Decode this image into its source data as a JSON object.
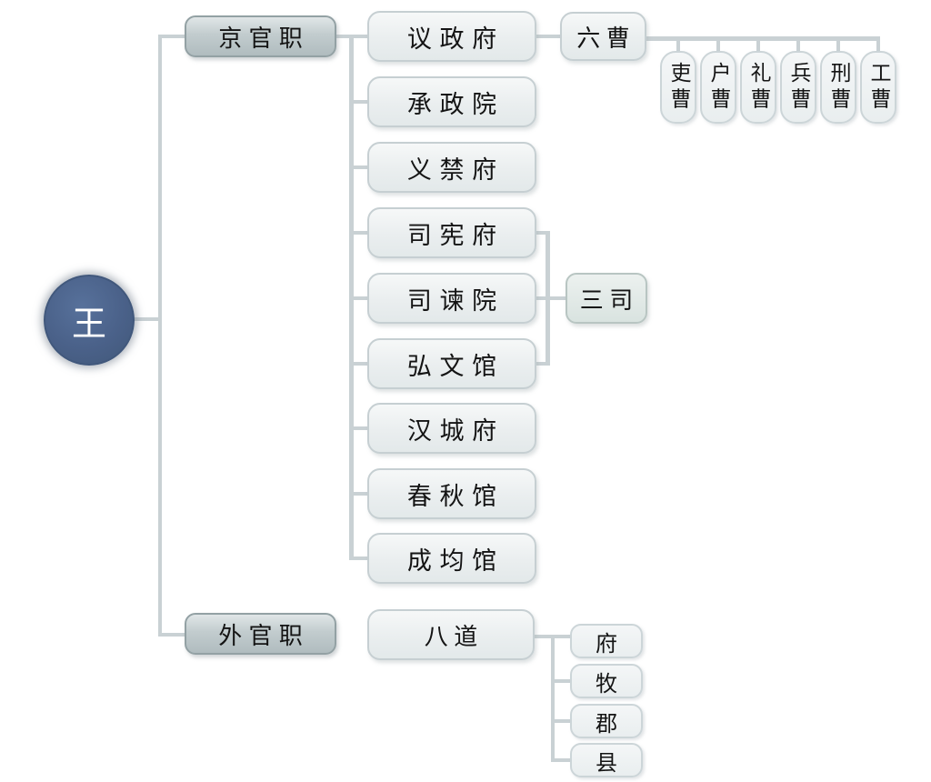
{
  "palette": {
    "connector_line": "#c9d1d4",
    "king_fill": "#4a6189",
    "king_text": "#ffffff",
    "branch_fill": "#c2ccce",
    "branch_border": "#93a1a4",
    "office_fill": "#eaeeef",
    "office_border": "#c6cfd2",
    "three_offices_fill": "#d9e3e0",
    "text": "#141414"
  },
  "root": {
    "label": "王"
  },
  "capital": {
    "label": "京官职",
    "offices": [
      "议政府",
      "承政院",
      "义禁府",
      "司宪府",
      "司谏院",
      "弘文馆",
      "汉城府",
      "春秋馆",
      "成均馆"
    ]
  },
  "six_ministries": {
    "label": "六曹",
    "ministries": [
      "吏曹",
      "户曹",
      "礼曹",
      "兵曹",
      "刑曹",
      "工曹"
    ]
  },
  "three_offices": {
    "label": "三司"
  },
  "provincial": {
    "label": "外官职",
    "office": "八道",
    "divisions": [
      "府",
      "牧",
      "郡",
      "县"
    ]
  }
}
